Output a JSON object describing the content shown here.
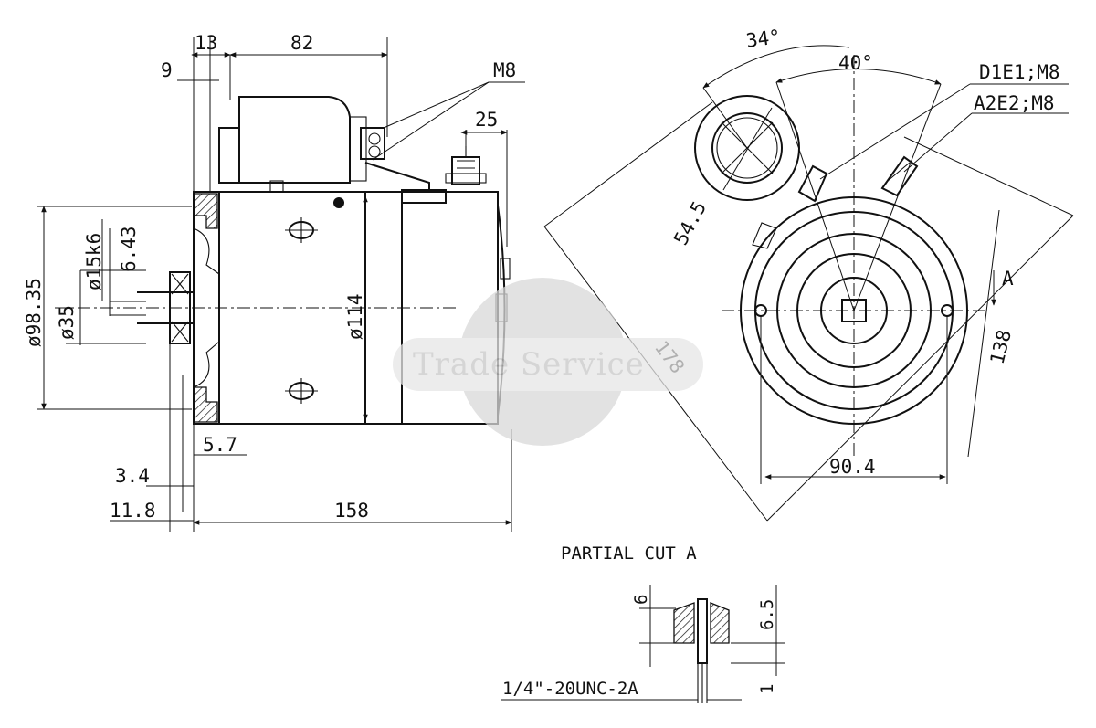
{
  "side_view": {
    "dims": {
      "d13": "13",
      "d82": "82",
      "d9": "9",
      "d25": "25",
      "m8": "M8",
      "d15k6": "ø15k6",
      "d6_43": "6.43",
      "d98_35": "ø98.35",
      "d35": "ø35",
      "d114": "ø114",
      "d5_7": "5.7",
      "d3_4": "3.4",
      "d11_8": "11.8",
      "d158": "158"
    }
  },
  "end_view": {
    "dims": {
      "a34": "34°",
      "a40": "40°",
      "d1e1": "D1E1;M8",
      "a2e2": "A2E2;M8",
      "d54_5": "54.5",
      "d178": "178",
      "d138": "138",
      "d90_4": "90.4",
      "cut_marker": "A"
    }
  },
  "partial_cut": {
    "title": "PARTIAL CUT A",
    "thread": "1/4\"-20UNC-2A",
    "d6": "6",
    "d6_5": "6.5",
    "d1": "1"
  },
  "watermark": {
    "text": "Trade Service",
    "color": "#c7c7c7"
  }
}
